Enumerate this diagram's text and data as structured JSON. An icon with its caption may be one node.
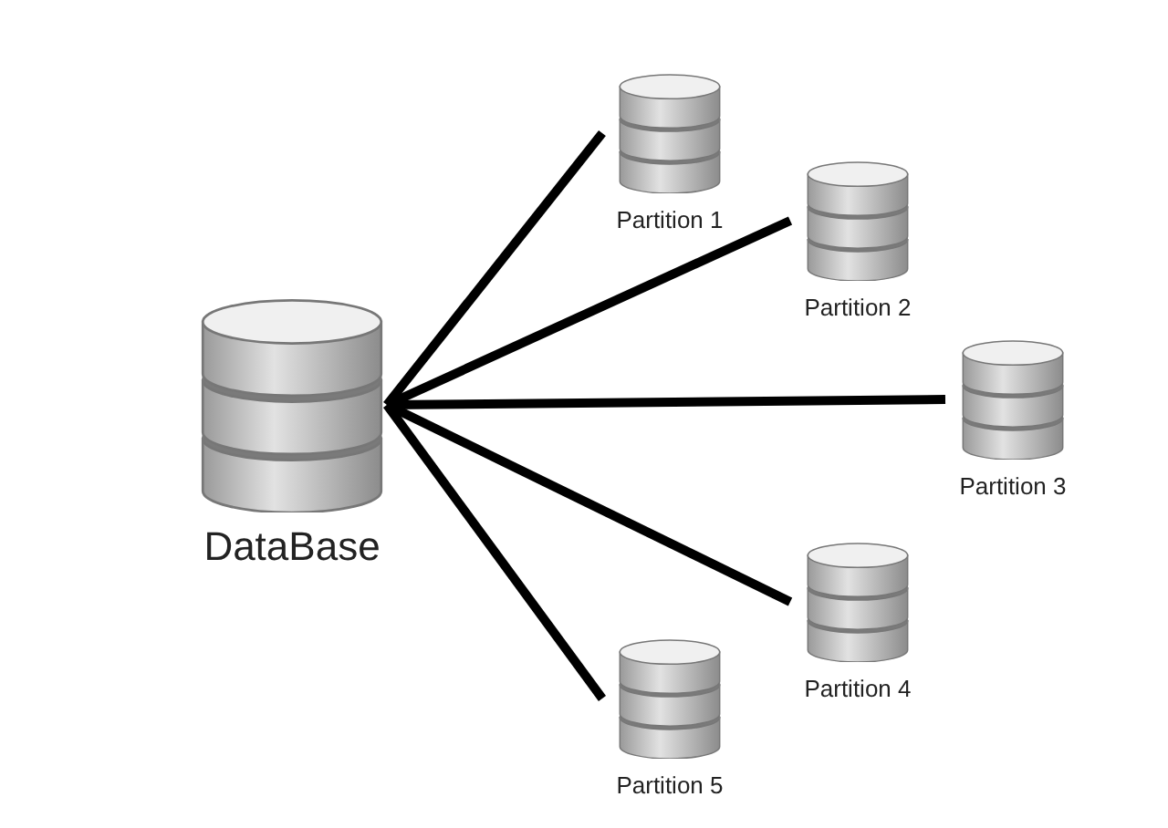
{
  "diagram": {
    "nodes": [
      {
        "text": [
          "DataBase"
        ]
      },
      {
        "text": [
          "Partition 1"
        ]
      },
      {
        "text": [
          "Partition 2"
        ]
      },
      {
        "text": [
          "Partition 3"
        ]
      },
      {
        "text": [
          "Partition 4"
        ]
      },
      {
        "text": [
          "Partition 5"
        ]
      }
    ],
    "edges": [
      {
        "from": 0,
        "to": 1,
        "arrow": "none"
      },
      {
        "from": 0,
        "to": 2,
        "arrow": "none"
      },
      {
        "from": 0,
        "to": 3,
        "arrow": "none"
      },
      {
        "from": 0,
        "to": 4,
        "arrow": "none"
      },
      {
        "from": 0,
        "to": 5,
        "arrow": "none"
      }
    ]
  }
}
